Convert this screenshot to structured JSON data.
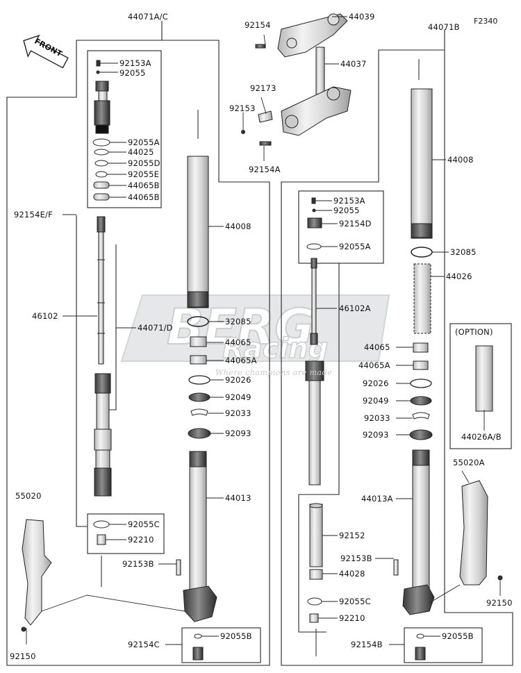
{
  "diagram_code": "F2340",
  "front_label": "FRONT",
  "watermark": {
    "brand": "BERG Racing",
    "tagline": "Where champions are made"
  },
  "labels": {
    "a_44071AC": "44071A/C",
    "a_92153A": "92153A",
    "a_92055": "92055",
    "a_92055A": "92055A",
    "a_44025": "44025",
    "a_92055D": "92055D",
    "a_92055E": "92055E",
    "a_44065B_1": "44065B",
    "a_44065B_2": "44065B",
    "a_92154EF": "92154E/F",
    "a_46102": "46102",
    "a_44071D": "44071/D",
    "a_44008": "44008",
    "a_32085": "32085",
    "a_44065": "44065",
    "a_44065A": "44065A",
    "a_92026": "92026",
    "a_92049": "92049",
    "a_92033": "92033",
    "a_92093": "92093",
    "a_44013": "44013",
    "a_92055C": "92055C",
    "a_92210": "92210",
    "a_92153B": "92153B",
    "a_92154C": "92154C",
    "a_92055B": "92055B",
    "a_55020": "55020",
    "a_92150": "92150",
    "c_92154": "92154",
    "c_44039": "44039",
    "c_44037": "44037",
    "c_92173": "92173",
    "c_92153": "92153",
    "c_92154A": "92154A",
    "b_44071B": "44071B",
    "b_92153A": "92153A",
    "b_92055": "92055",
    "b_92154D": "92154D",
    "b_92055A": "92055A",
    "b_46102A": "46102A",
    "b_44008": "44008",
    "b_32085": "32085",
    "b_44026": "44026",
    "b_44065": "44065",
    "b_44065A": "44065A",
    "b_92026": "92026",
    "b_92049": "92049",
    "b_92033": "92033",
    "b_92093": "92093",
    "b_44013A": "44013A",
    "b_92152": "92152",
    "b_92153B": "92153B",
    "b_44028": "44028",
    "b_92055C": "92055C",
    "b_92210": "92210",
    "b_92154B": "92154B",
    "b_92055B": "92055B",
    "b_55020A": "55020A",
    "b_92150": "92150",
    "b_option": "(OPTION)",
    "b_44026AB": "44026A/B"
  }
}
